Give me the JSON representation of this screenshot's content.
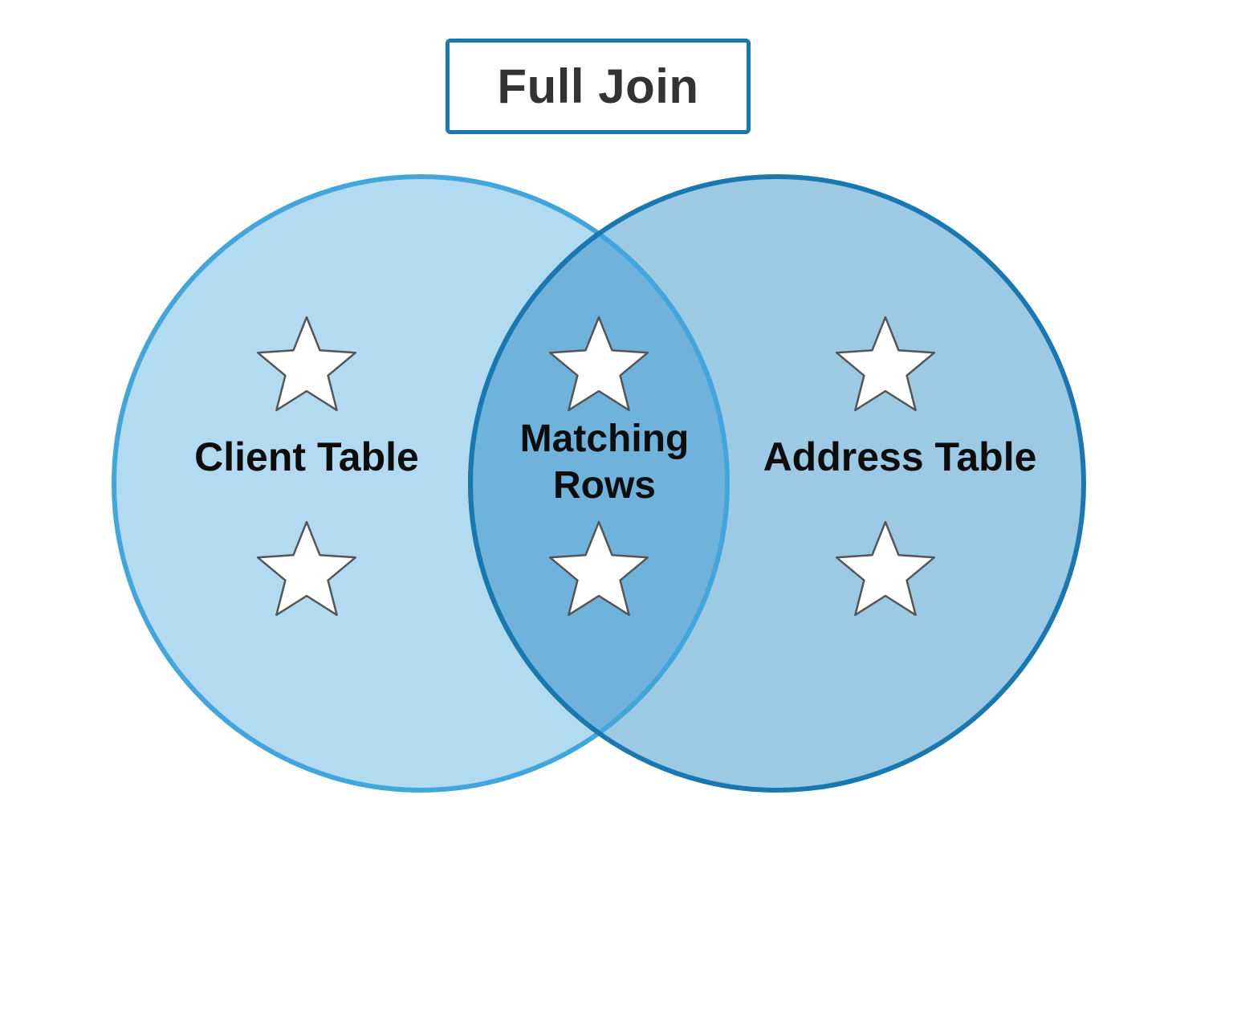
{
  "title": "Full Join",
  "sets": {
    "left": {
      "label": "Client Table",
      "fill": "#b2dbf1",
      "stroke": "#42a5dc"
    },
    "right": {
      "label": "Address Table",
      "fill": "#9cc9e3",
      "stroke": "#1a78b0"
    }
  },
  "intersection": {
    "label_line1": "Matching",
    "label_line2": "Rows",
    "fill": "#6fb3dc",
    "stroke": "#1a78b0"
  },
  "colors": {
    "title_border": "#1a78b0",
    "title_text": "#333333",
    "label_text": "#0d0d0d",
    "star_fill": "#ffffff",
    "star_stroke": "#555555"
  },
  "icons": [
    "star-icon"
  ]
}
